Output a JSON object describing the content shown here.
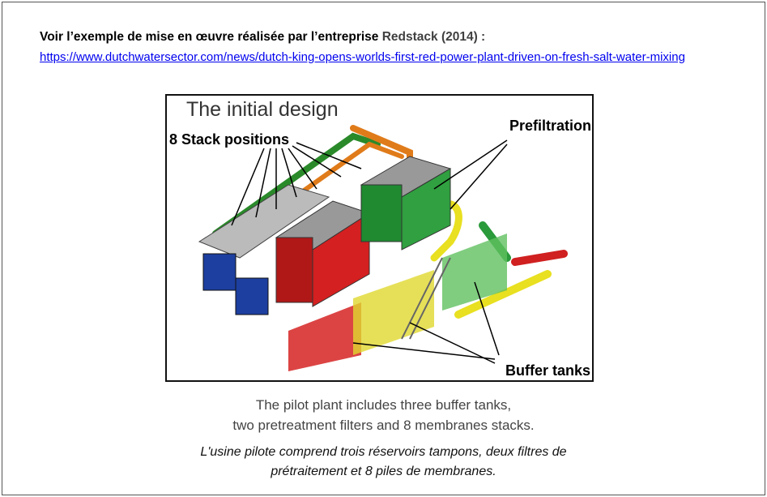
{
  "intro": {
    "text": "Voir l’exemple de mise en œuvre réalisée par l’entreprise ",
    "organization": "Redstack (2014) :",
    "link": "https://www.dutchwatersector.com/news/dutch-king-opens-worlds-first-red-power-plant-driven-on-fresh-salt-water-mixing"
  },
  "figure": {
    "title": "The initial design",
    "label_stacks": "8 Stack positions",
    "label_prefiltration": "Prefiltration",
    "label_buffer": "Buffer tanks"
  },
  "caption": {
    "english_line1": "The pilot plant includes three buffer tanks,",
    "english_line2": "two pretreatment filters and 8 membranes stacks.",
    "french_line1": "L'usine pilote comprend trois réservoirs tampons, deux filtres de",
    "french_line2": "prétraitement et 8 piles de membranes."
  }
}
